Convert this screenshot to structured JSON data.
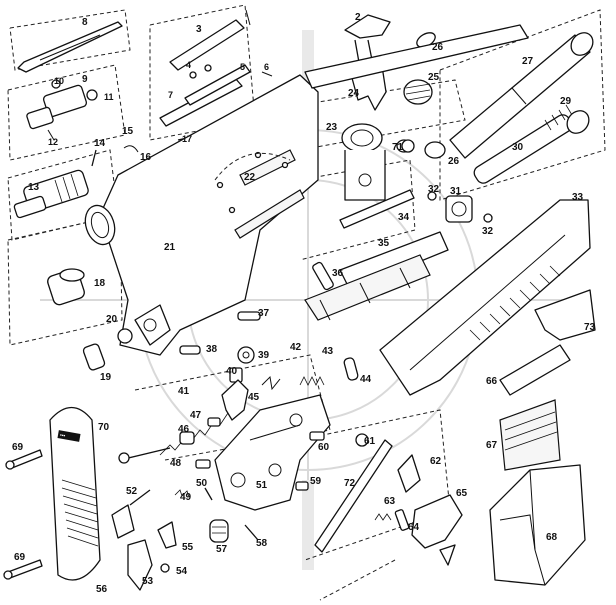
{
  "labels": {
    "p2": "2",
    "p3": "3",
    "p4": "4",
    "p5": "5",
    "p6": "6",
    "p7": "7",
    "p8": "8",
    "p9": "9",
    "p10": "10",
    "p11": "11",
    "p12": "12",
    "p13": "13",
    "p14": "14",
    "p15": "15",
    "p16": "16",
    "p17": "17",
    "p18": "18",
    "p19": "19",
    "p20": "20",
    "p21": "21",
    "p22": "22",
    "p23": "23",
    "p24": "24",
    "p25": "25",
    "p26a": "26",
    "p26b": "26",
    "p27": "27",
    "p29": "29",
    "p30": "30",
    "p31": "31",
    "p32a": "32",
    "p32b": "32",
    "p33": "33",
    "p34": "34",
    "p35": "35",
    "p36": "36",
    "p37": "37",
    "p38": "38",
    "p39": "39",
    "p40": "40",
    "p41": "41",
    "p42": "42",
    "p43": "43",
    "p44": "44",
    "p45": "45",
    "p46": "46",
    "p47": "47",
    "p48": "48",
    "p49": "49",
    "p50": "50",
    "p51": "51",
    "p52": "52",
    "p53": "53",
    "p54": "54",
    "p55": "55",
    "p56": "56",
    "p57": "57",
    "p58": "58",
    "p59": "59",
    "p60": "60",
    "p61": "61",
    "p62": "62",
    "p63": "63",
    "p64": "64",
    "p65": "65",
    "p66": "66",
    "p67": "67",
    "p68": "68",
    "p69a": "69",
    "p69b": "69",
    "p70": "70",
    "p71": "71",
    "p72": "72",
    "p73": "73"
  }
}
